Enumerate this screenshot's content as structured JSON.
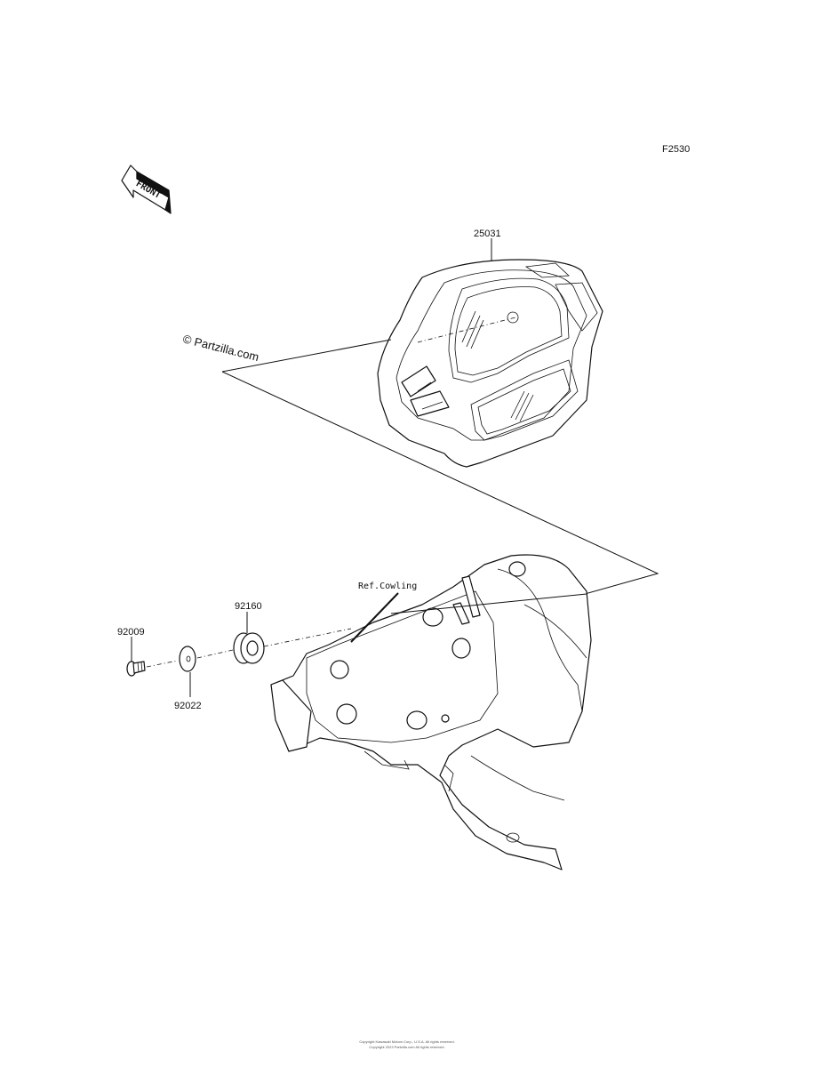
{
  "diagram_code": "F2530",
  "front_label": "FRONT",
  "watermark": "© Partzilla.com",
  "parts": {
    "meter": "25031",
    "grommet": "92160",
    "bolt": "92009",
    "washer": "92022"
  },
  "ref_label": "Ref.Cowling",
  "footer": {
    "line1": "Copyright Kawasaki Motors Corp., U.S.A. All rights reserved.",
    "line2": "Copyright 2023 Partzilla.com All rights reserved."
  }
}
